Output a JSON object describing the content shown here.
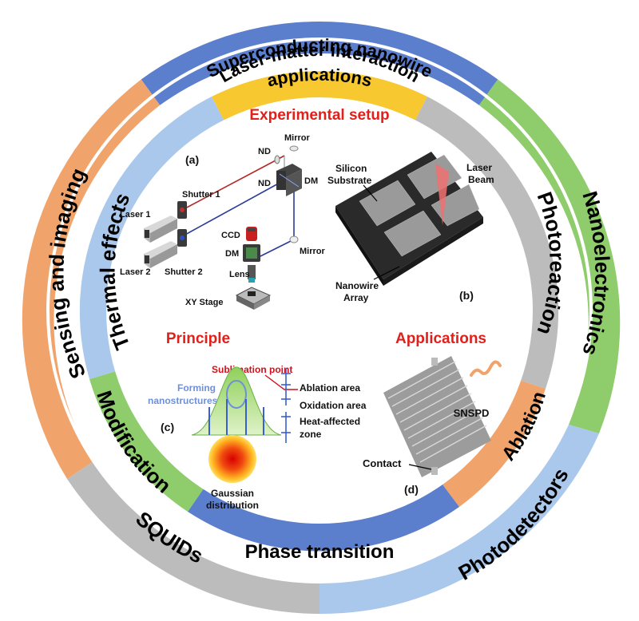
{
  "outer_ring": {
    "superconducting": "Superconducting nanowire",
    "applications_word": "applications",
    "sensing": "Sensing and imaging",
    "nanoelectronics": "Nanoelectronics",
    "squids": "SQUIDs",
    "photodetectors": "Photodetectors"
  },
  "middle_ring": {
    "laser_matter": "Laser-matter interaction",
    "thermal": "Thermal effects",
    "photoreaction": "Photoreaction",
    "modification": "Modification",
    "ablation": "Ablation",
    "phase_transition": "Phase transition"
  },
  "colors": {
    "blue": "#5b7fcd",
    "orange": "#f0a46c",
    "green": "#8fcc6c",
    "grey": "#bcbcbc",
    "light_blue": "#a9c8eb",
    "yellow": "#f7c82f",
    "title_red": "#e0201b"
  },
  "setup": {
    "title": "Experimental setup",
    "panel": "(a)",
    "mirror_top": "Mirror",
    "mirror_bottom": "Mirror",
    "nd1": "ND",
    "nd2": "ND",
    "dm1": "DM",
    "dm2": "DM",
    "shutter1": "Shutter 1",
    "shutter2": "Shutter 2",
    "laser1": "Laser 1",
    "laser2": "Laser 2",
    "ccd": "CCD",
    "lens": "Lens",
    "xy_stage": "XY Stage"
  },
  "substrate": {
    "silicon1": "Silicon",
    "silicon2": "Substrate",
    "laser1": "Laser",
    "laser2": "Beam",
    "array1": "Nanowire",
    "array2": "Array",
    "panel": "(b)"
  },
  "principle": {
    "title": "Principle",
    "sublimation": "Sublimation point",
    "forming1": "Forming",
    "forming2": "nanostructures",
    "ablation_area": "Ablation area",
    "oxidation_area": "Oxidation area",
    "heat1": "Heat-affected",
    "heat2": "zone",
    "panel": "(c)",
    "gauss1": "Gaussian",
    "gauss2": "distribution"
  },
  "applications": {
    "title": "Applications",
    "snspd": "SNSPD",
    "contact": "Contact",
    "panel": "(d)"
  }
}
